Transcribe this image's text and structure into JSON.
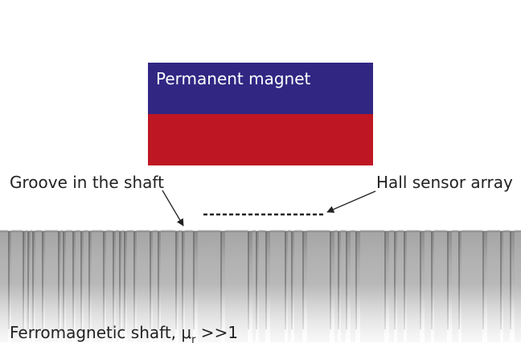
{
  "labels": {
    "magnet": "Permanent magnet",
    "groove": "Groove in the shaft",
    "sensor": "Hall sensor array",
    "shaft_prefix": "Ferromagnetic shaft, μ",
    "shaft_subscript": "r",
    "shaft_suffix": " >>1"
  },
  "colors": {
    "magnet_north": "#312783",
    "magnet_south": "#be1622",
    "text_dark": "#222222",
    "text_light": "#ffffff"
  }
}
